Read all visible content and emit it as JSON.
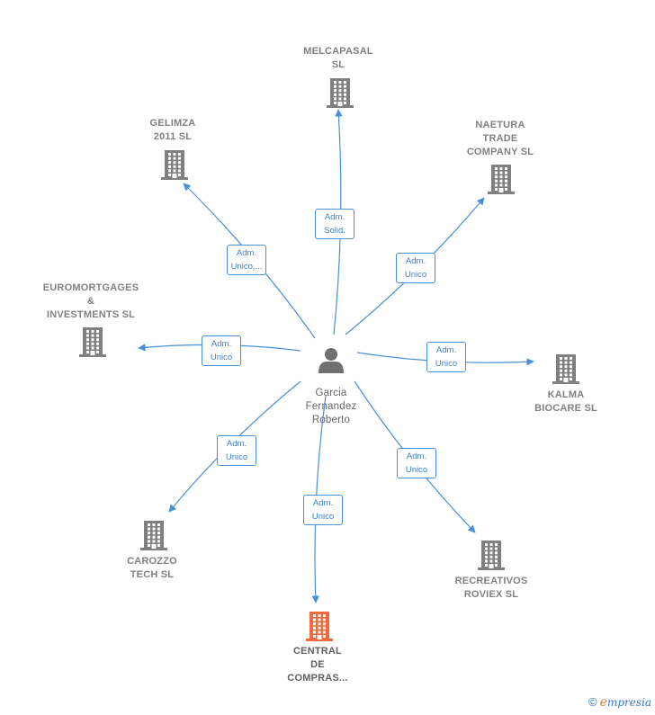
{
  "person": {
    "lines": [
      "Garcia",
      "Fernandez",
      "Roberto"
    ]
  },
  "companies": [
    {
      "id": "melcapasal",
      "lines": [
        "MELCAPASAL",
        "SL"
      ]
    },
    {
      "id": "gelimza",
      "lines": [
        "GELIMZA",
        "2011 SL"
      ]
    },
    {
      "id": "naetura",
      "lines": [
        "NAETURA",
        "TRADE",
        "COMPANY SL"
      ]
    },
    {
      "id": "euromortgages",
      "lines": [
        "EUROMORTGAGES",
        "&",
        "INVESTMENTS SL"
      ]
    },
    {
      "id": "kalma",
      "lines": [
        "KALMA",
        "BIOCARE SL"
      ]
    },
    {
      "id": "carozzo",
      "lines": [
        "CAROZZO",
        "TECH SL"
      ]
    },
    {
      "id": "recreativos",
      "lines": [
        "RECREATIVOS",
        "ROVIEX SL"
      ]
    },
    {
      "id": "central",
      "lines": [
        "CENTRAL",
        "DE",
        "COMPRAS..."
      ]
    }
  ],
  "relations": [
    {
      "to": "melcapasal",
      "lines": [
        "Adm.",
        "Solid."
      ]
    },
    {
      "to": "gelimza",
      "lines": [
        "Adm.",
        "Unico,..."
      ]
    },
    {
      "to": "naetura",
      "lines": [
        "Adm.",
        "Unico"
      ]
    },
    {
      "to": "euromortgages",
      "lines": [
        "Adm.",
        "Unico"
      ]
    },
    {
      "to": "kalma",
      "lines": [
        "Adm.",
        "Unico"
      ]
    },
    {
      "to": "carozzo",
      "lines": [
        "Adm.",
        "Unico"
      ]
    },
    {
      "to": "recreativos",
      "lines": [
        "Adm.",
        "Unico"
      ]
    },
    {
      "to": "central",
      "lines": [
        "Adm.",
        "Unico"
      ]
    }
  ],
  "colors": {
    "edge": "#4a90d9",
    "building": "#808080",
    "building_main": "#f26a3d",
    "person": "#707070"
  },
  "brand": {
    "copyright": "©",
    "e": "e",
    "rest": "mpresia"
  }
}
